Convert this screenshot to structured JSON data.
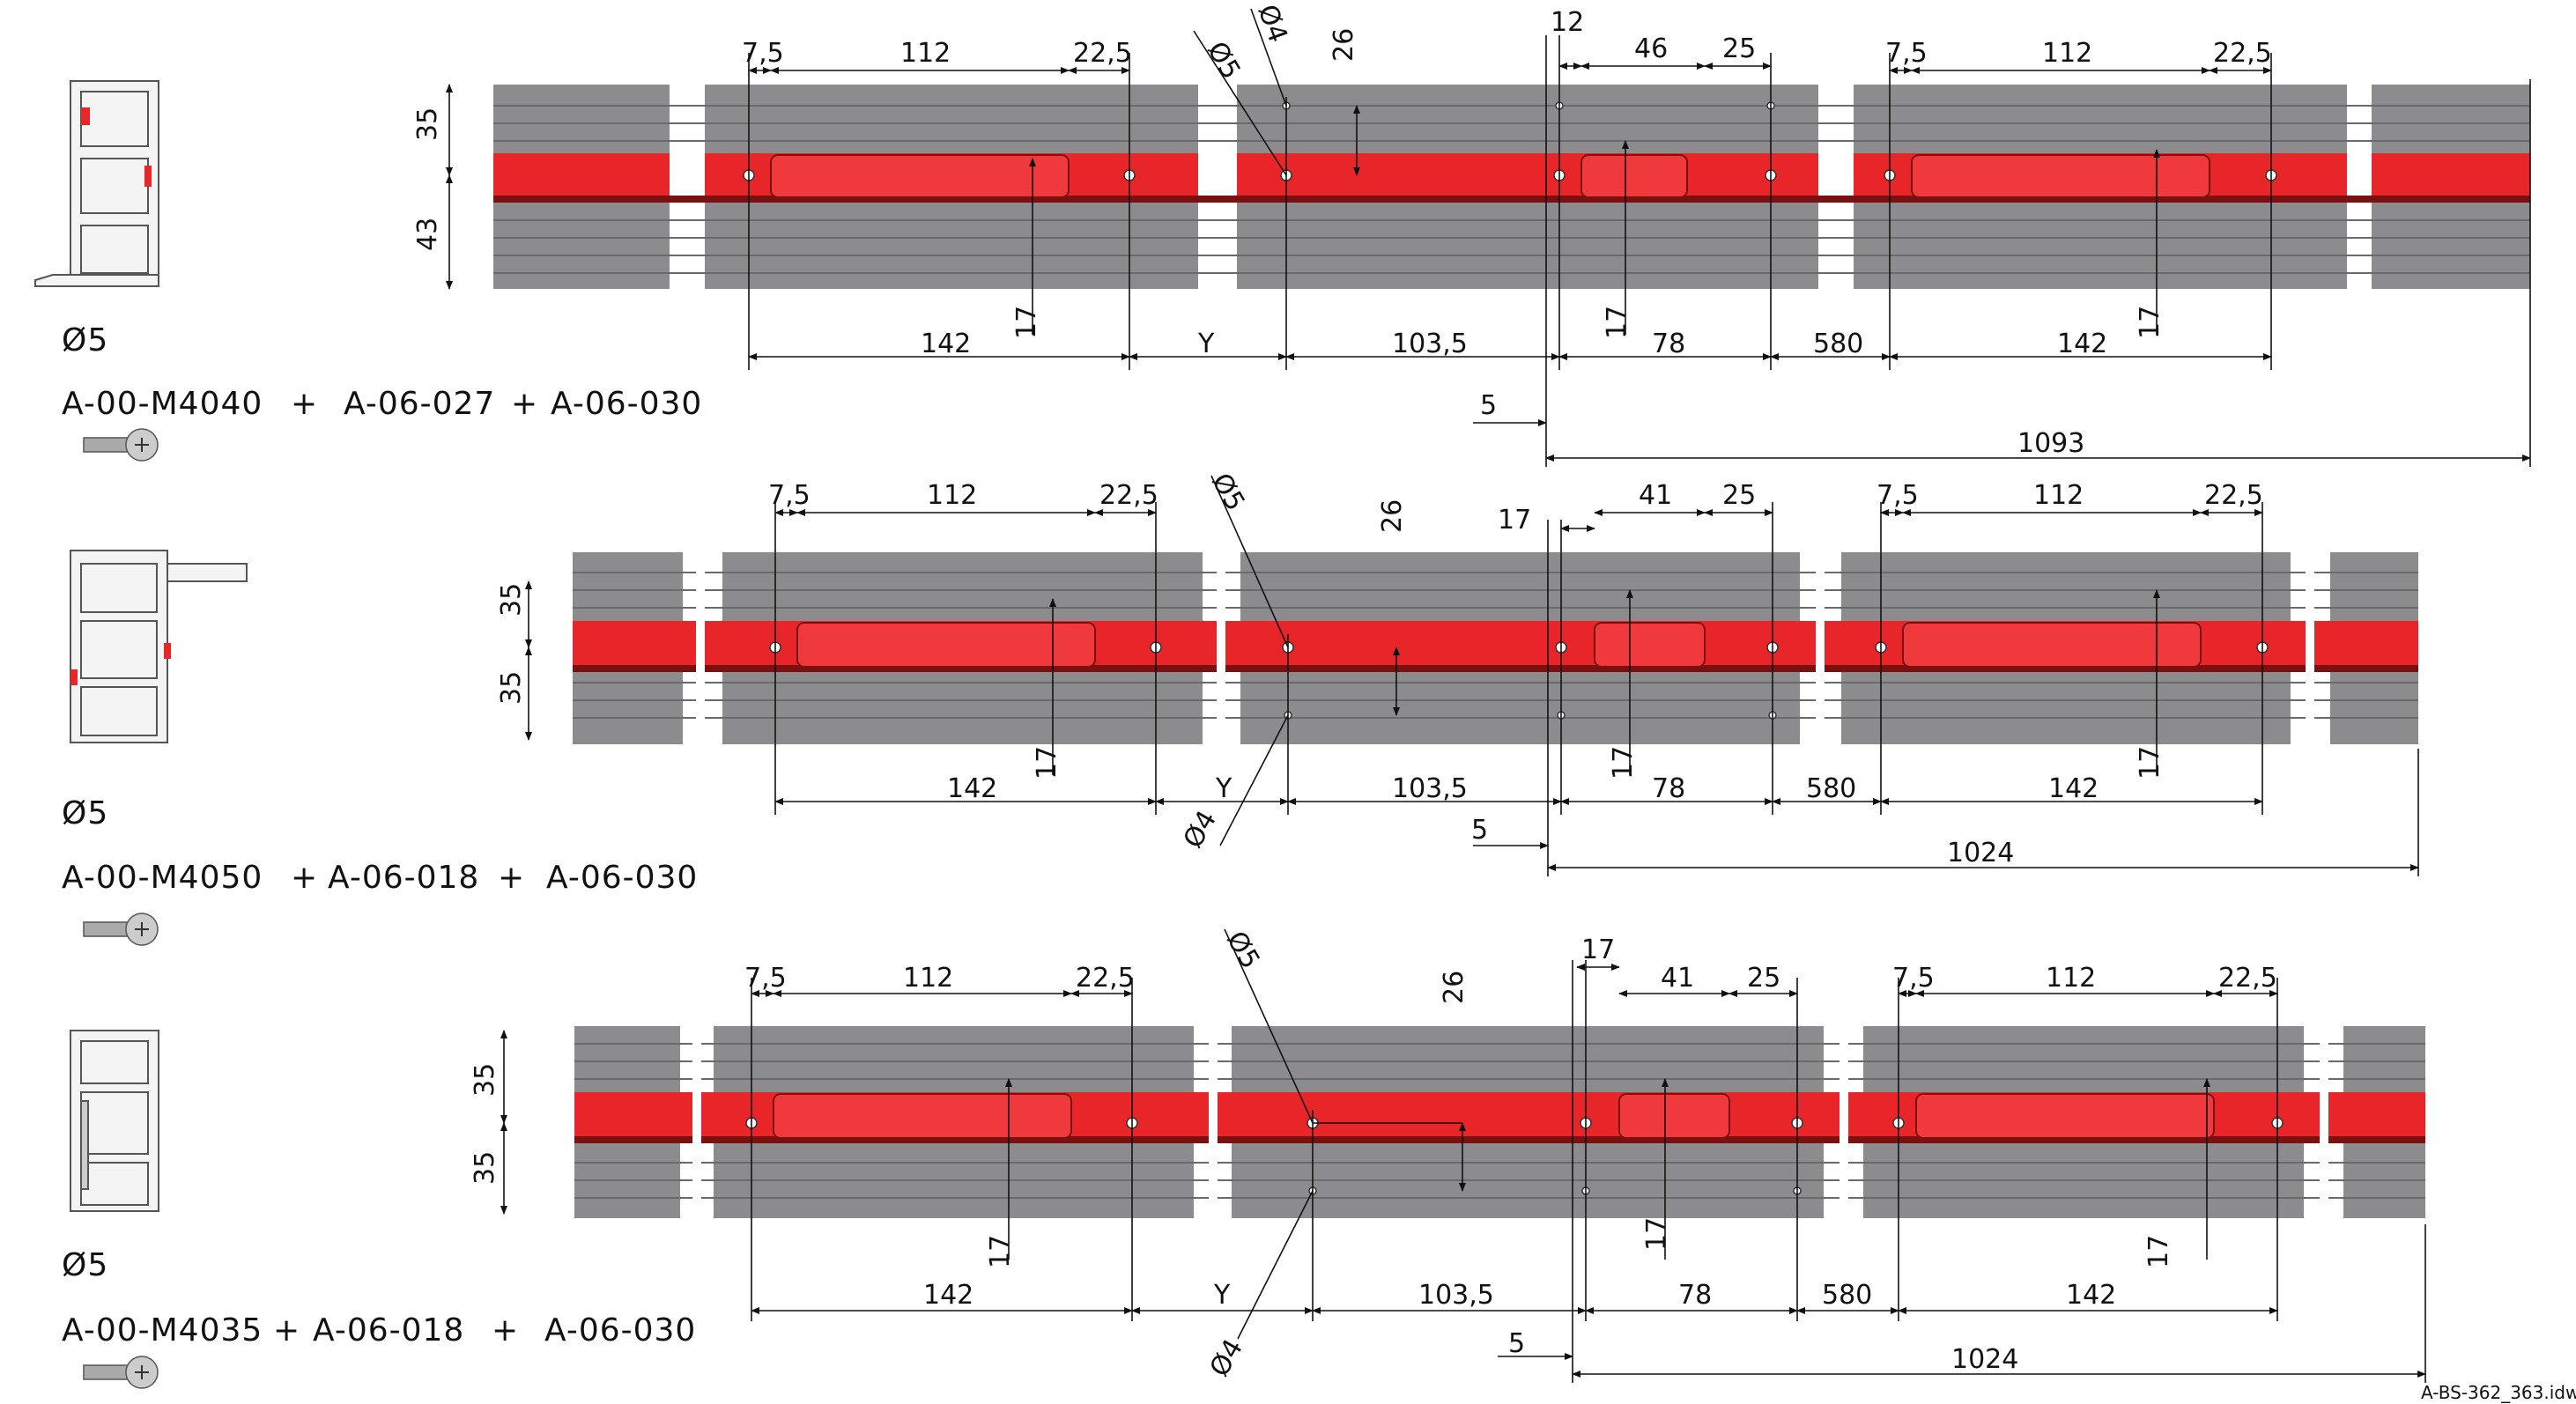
{
  "drawing_ref": "A-BS-362_363.idw",
  "rows": [
    {
      "hole_label": "Ø5",
      "part_numbers": [
        "A-00-M4040",
        "+",
        "A-06-027",
        "+",
        "A-06-030"
      ],
      "left_dims": [
        "35",
        "43"
      ],
      "top_dims": [
        "7,5",
        "112",
        "22,5",
        "Ø5",
        "Ø4",
        "26",
        "12",
        "46",
        "25",
        "7,5",
        "112",
        "22,5"
      ],
      "vert_dims": [
        "17",
        "17",
        "17"
      ],
      "bottom_dims": [
        "142",
        "Y",
        "103,5",
        "78",
        "580",
        "142"
      ],
      "offset_dim": "5",
      "total_dim": "1093"
    },
    {
      "hole_label": "Ø5",
      "part_numbers": [
        "A-00-M4050",
        "+",
        "A-06-018",
        "+",
        "A-06-030"
      ],
      "left_dims": [
        "35",
        "35"
      ],
      "top_dims": [
        "7,5",
        "112",
        "22,5",
        "Ø5",
        "26",
        "17",
        "41",
        "25",
        "7,5",
        "112",
        "22,5"
      ],
      "vert_dims": [
        "17",
        "17",
        "17"
      ],
      "bottom_dims": [
        "142",
        "Y",
        "103,5",
        "78",
        "580",
        "142"
      ],
      "small_hole": "Ø4",
      "offset_dim": "5",
      "total_dim": "1024"
    },
    {
      "hole_label": "Ø5",
      "part_numbers": [
        "A-00-M4035",
        "+",
        "A-06-018",
        "+",
        "A-06-030"
      ],
      "left_dims": [
        "35",
        "35"
      ],
      "top_dims": [
        "7,5",
        "112",
        "22,5",
        "Ø5",
        "26",
        "17",
        "41",
        "25",
        "7,5",
        "112",
        "22,5"
      ],
      "vert_dims": [
        "17",
        "17",
        "17"
      ],
      "bottom_dims": [
        "142",
        "Y",
        "103,5",
        "78",
        "580",
        "142"
      ],
      "small_hole": "Ø4",
      "offset_dim": "5",
      "total_dim": "1024"
    }
  ],
  "colors": {
    "profile": "#8c8c8e",
    "profile_dark": "#5e5e60",
    "rail": "#e8262a",
    "rail_dark": "#7a1010",
    "line": "#111111"
  }
}
